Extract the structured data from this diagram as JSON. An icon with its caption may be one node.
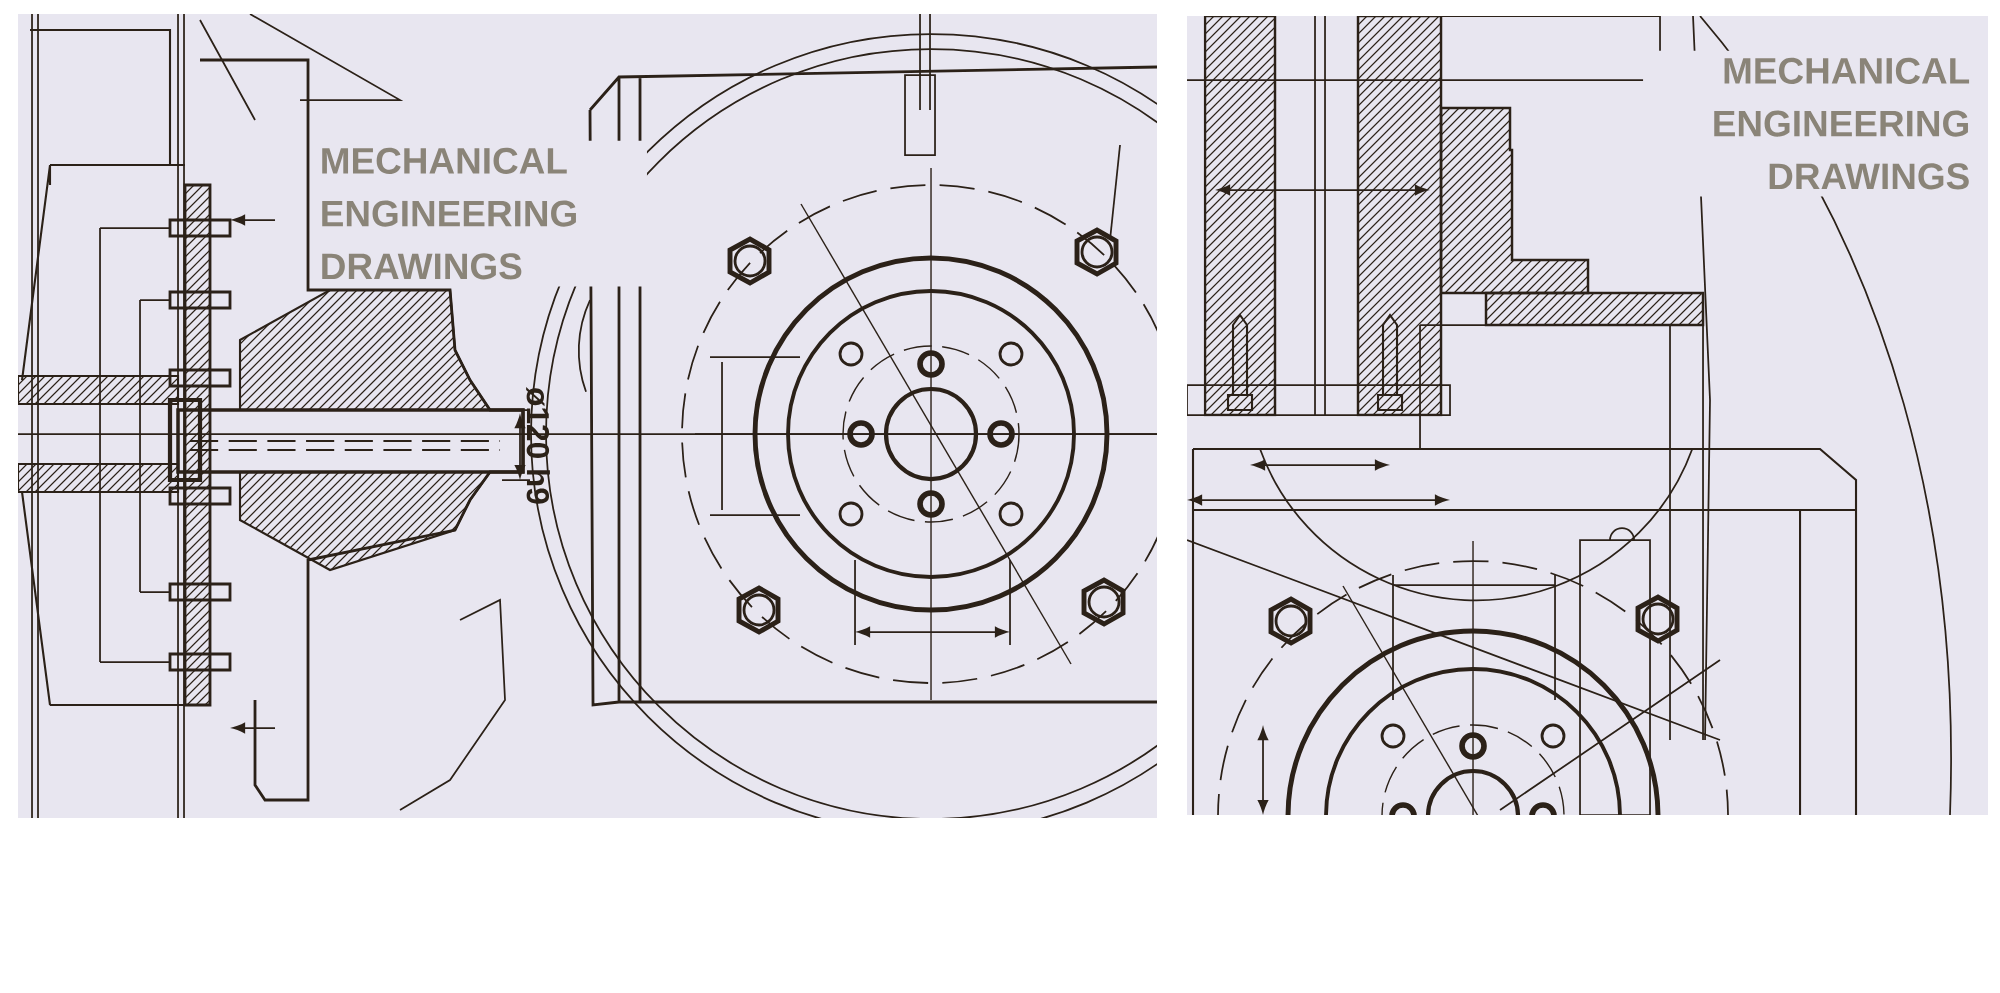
{
  "diagram": {
    "labels": [
      "MECHANICAL ENGINEERING DRAWINGS",
      "ø120 h9",
      "MECHANICAL ENGINEERING DRAWINGS"
    ]
  }
}
